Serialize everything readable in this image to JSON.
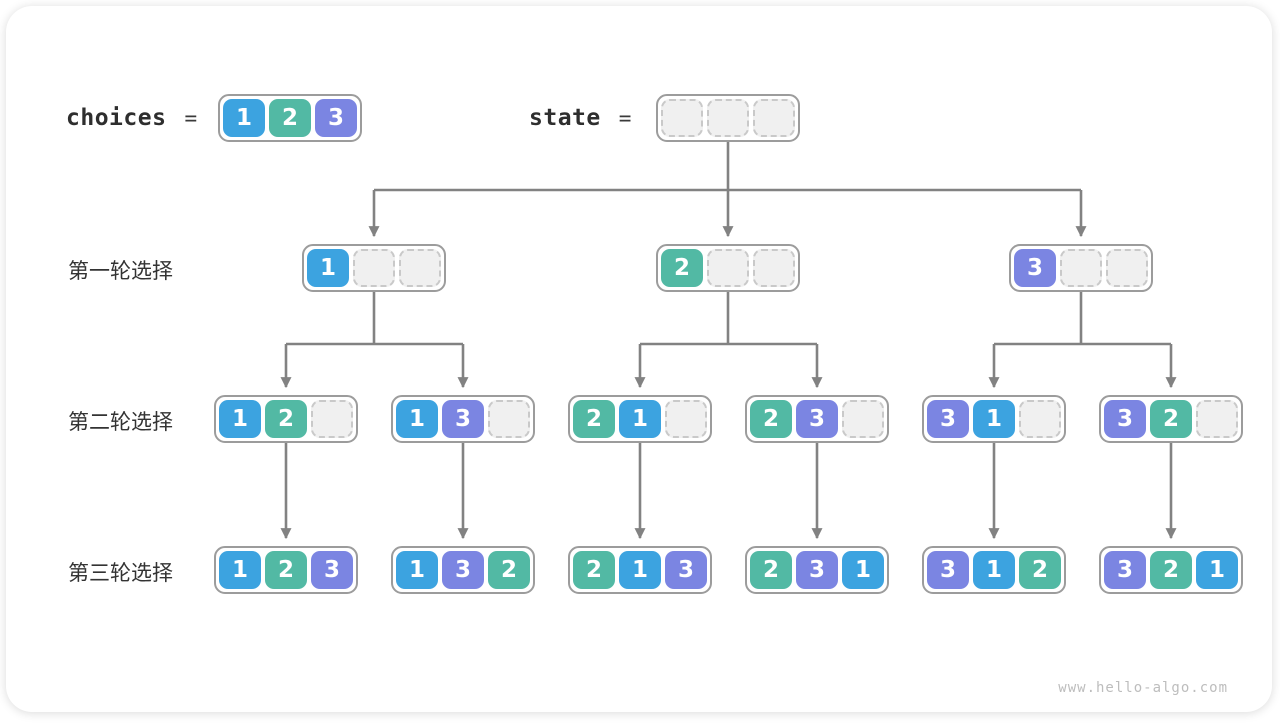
{
  "header": {
    "choices_label": "choices",
    "state_label": "state",
    "eq": "="
  },
  "choices": [
    1,
    2,
    3
  ],
  "state": [
    null,
    null,
    null
  ],
  "rows": [
    {
      "label": "第一轮选择",
      "nodes": [
        [
          1,
          null,
          null
        ],
        [
          2,
          null,
          null
        ],
        [
          3,
          null,
          null
        ]
      ]
    },
    {
      "label": "第二轮选择",
      "nodes": [
        [
          1,
          2,
          null
        ],
        [
          1,
          3,
          null
        ],
        [
          2,
          1,
          null
        ],
        [
          2,
          3,
          null
        ],
        [
          3,
          1,
          null
        ],
        [
          3,
          2,
          null
        ]
      ]
    },
    {
      "label": "第三轮选择",
      "nodes": [
        [
          1,
          2,
          3
        ],
        [
          1,
          3,
          2
        ],
        [
          2,
          1,
          3
        ],
        [
          2,
          3,
          1
        ],
        [
          3,
          1,
          2
        ],
        [
          3,
          2,
          1
        ]
      ]
    }
  ],
  "colors": {
    "1": "#3ca3e0",
    "2": "#52b9a4",
    "3": "#7b85e2",
    "arrow": "#828282"
  },
  "watermark": "www.hello-algo.com"
}
